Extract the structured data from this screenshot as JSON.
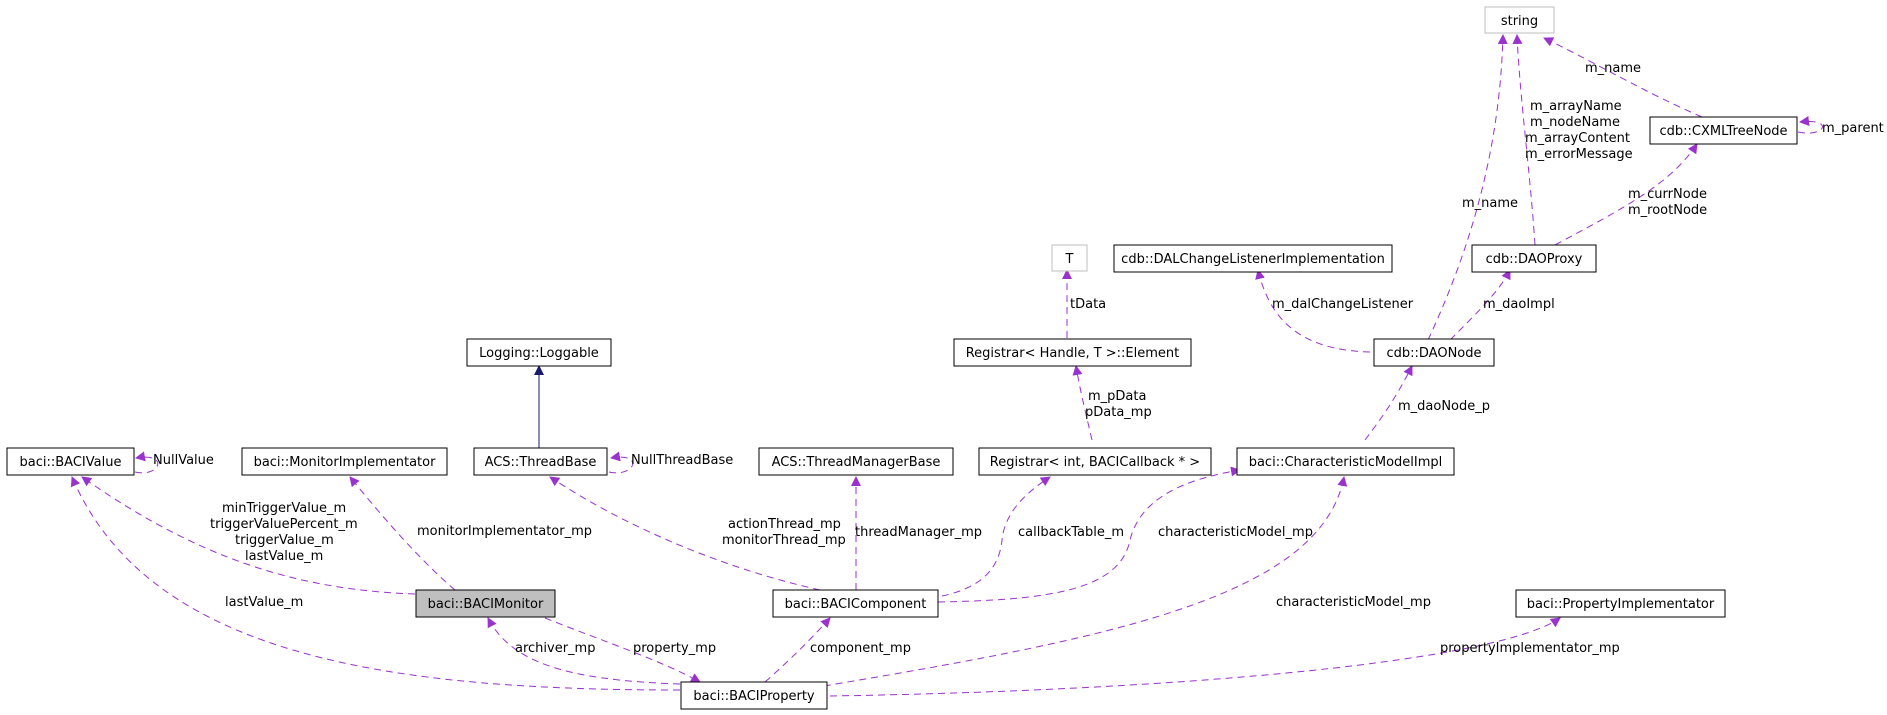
{
  "colors": {
    "association": "#9a32cd",
    "inheritance": "#191970",
    "focus_fill": "#bfbfbf",
    "external_border": "#bfbfbf"
  },
  "nodes": [
    {
      "id": "string",
      "label": "string"
    },
    {
      "id": "cxmltreenode",
      "label": "cdb::CXMLTreeNode"
    },
    {
      "id": "t",
      "label": "T"
    },
    {
      "id": "dalchange",
      "label": "cdb::DALChangeListenerImplementation"
    },
    {
      "id": "daoproxy",
      "label": "cdb::DAOProxy"
    },
    {
      "id": "loggable",
      "label": "Logging::Loggable"
    },
    {
      "id": "regelement",
      "label": "Registrar< Handle, T >::Element"
    },
    {
      "id": "daonode",
      "label": "cdb::DAONode"
    },
    {
      "id": "bacivalue",
      "label": "baci::BACIValue"
    },
    {
      "id": "monitorimpl",
      "label": "baci::MonitorImplementator"
    },
    {
      "id": "threadbase",
      "label": "ACS::ThreadBase"
    },
    {
      "id": "threadmanagerbase",
      "label": "ACS::ThreadManagerBase"
    },
    {
      "id": "registrarint",
      "label": "Registrar< int, BACICallback * >"
    },
    {
      "id": "charmodelimpl",
      "label": "baci::CharacteristicModelImpl"
    },
    {
      "id": "bacimonitor",
      "label": "baci::BACIMonitor"
    },
    {
      "id": "bacicomponent",
      "label": "baci::BACIComponent"
    },
    {
      "id": "propimpl",
      "label": "baci::PropertyImplementator"
    },
    {
      "id": "baciproperty",
      "label": "baci::BACIProperty"
    }
  ],
  "edges": [
    {
      "id": "e1",
      "from": "cxmltreenode",
      "to": "string",
      "labels": [
        "m_name"
      ]
    },
    {
      "id": "e2",
      "from": "daonode",
      "to": "string",
      "labels": [
        "m_name"
      ]
    },
    {
      "id": "e3",
      "from": "daoproxy",
      "to": "string",
      "labels": [
        "m_arrayName",
        "m_nodeName",
        "m_arrayContent",
        "m_errorMessage"
      ]
    },
    {
      "id": "e4",
      "from": "cxmltreenode",
      "to": "cxmltreenode",
      "labels": [
        "m_parent"
      ]
    },
    {
      "id": "e5",
      "from": "daoproxy",
      "to": "cxmltreenode",
      "labels": [
        "m_currNode",
        "m_rootNode"
      ]
    },
    {
      "id": "e6",
      "from": "regelement",
      "to": "t",
      "labels": [
        "tData"
      ]
    },
    {
      "id": "e7",
      "from": "daonode",
      "to": "dalchange",
      "labels": [
        "m_dalChangeListener"
      ]
    },
    {
      "id": "e8",
      "from": "daonode",
      "to": "daoproxy",
      "labels": [
        "m_daoImpl"
      ]
    },
    {
      "id": "e9",
      "from": "charmodelimpl",
      "to": "daonode",
      "labels": [
        "m_daoNode_p"
      ]
    },
    {
      "id": "e10",
      "from": "registrarint",
      "to": "regelement",
      "labels": [
        "m_pData",
        "pData_mp"
      ]
    },
    {
      "id": "e11",
      "from": "threadbase",
      "to": "loggable",
      "labels": [],
      "kind": "inherit"
    },
    {
      "id": "e12",
      "from": "bacivalue",
      "to": "bacivalue",
      "labels": [
        "NullValue"
      ]
    },
    {
      "id": "e13",
      "from": "threadbase",
      "to": "threadbase",
      "labels": [
        "NullThreadBase"
      ]
    },
    {
      "id": "e14",
      "from": "bacimonitor",
      "to": "bacivalue",
      "labels": [
        "minTriggerValue_m",
        "triggerValuePercent_m",
        "triggerValue_m",
        "lastValue_m"
      ]
    },
    {
      "id": "e15",
      "from": "baciproperty",
      "to": "bacivalue",
      "labels": [
        "lastValue_m"
      ]
    },
    {
      "id": "e16",
      "from": "bacimonitor",
      "to": "monitorimpl",
      "labels": [
        "monitorImplementator_mp"
      ]
    },
    {
      "id": "e17",
      "from": "bacicomponent",
      "to": "threadbase",
      "labels": [
        "actionThread_mp",
        "monitorThread_mp"
      ]
    },
    {
      "id": "e18",
      "from": "bacicomponent",
      "to": "threadmanagerbase",
      "labels": [
        "threadManager_mp"
      ]
    },
    {
      "id": "e19",
      "from": "bacicomponent",
      "to": "registrarint",
      "labels": [
        "callbackTable_m"
      ]
    },
    {
      "id": "e20",
      "from": "bacicomponent",
      "to": "charmodelimpl",
      "labels": [
        "characteristicModel_mp"
      ]
    },
    {
      "id": "e21",
      "from": "baciproperty",
      "to": "charmodelimpl",
      "labels": [
        "characteristicModel_mp"
      ]
    },
    {
      "id": "e22",
      "from": "baciproperty",
      "to": "bacimonitor",
      "labels": [
        "archiver_mp"
      ]
    },
    {
      "id": "e23",
      "from": "bacimonitor",
      "to": "baciproperty",
      "labels": [
        "property_mp"
      ]
    },
    {
      "id": "e24",
      "from": "baciproperty",
      "to": "bacicomponent",
      "labels": [
        "component_mp"
      ]
    },
    {
      "id": "e25",
      "from": "baciproperty",
      "to": "propimpl",
      "labels": [
        "propertyImplementator_mp"
      ]
    }
  ]
}
